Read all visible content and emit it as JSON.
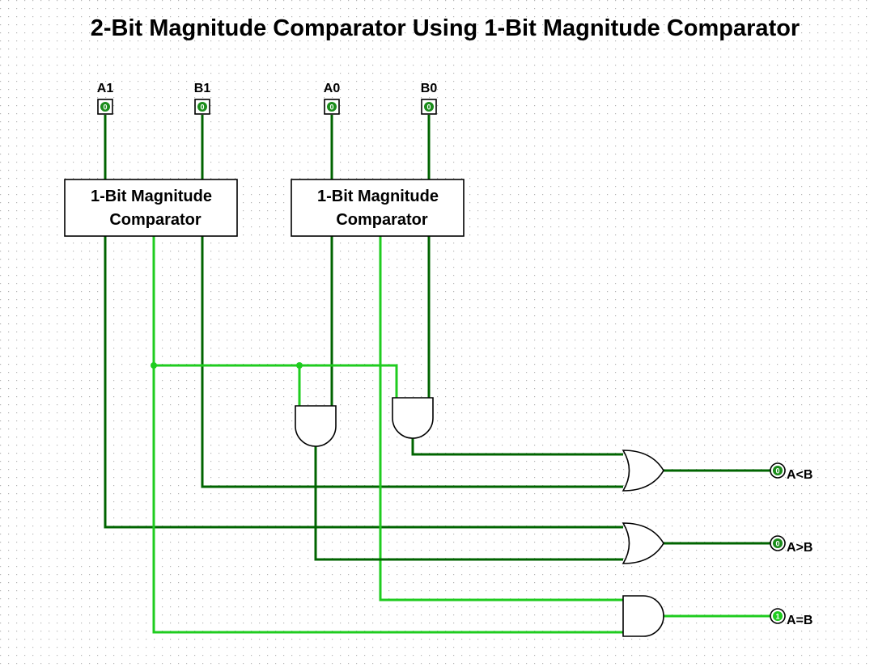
{
  "title": "2-Bit Magnitude Comparator Using 1-Bit Magnitude Comparator",
  "colors": {
    "wire_low": "#006400",
    "wire_high": "#1fcc1f",
    "pin": "#1a8c1a"
  },
  "inputs": [
    {
      "label": "A1",
      "value": "0"
    },
    {
      "label": "B1",
      "value": "0"
    },
    {
      "label": "A0",
      "value": "0"
    },
    {
      "label": "B0",
      "value": "0"
    }
  ],
  "comparators": [
    {
      "line1": "1-Bit Magnitude",
      "line2": "Comparator"
    },
    {
      "line1": "1-Bit Magnitude",
      "line2": "Comparator"
    }
  ],
  "outputs": [
    {
      "label": "A<B",
      "value": "0"
    },
    {
      "label": "A>B",
      "value": "0"
    },
    {
      "label": "A=B",
      "value": "1"
    }
  ],
  "gates": [
    {
      "type": "and",
      "name": "and-gate-1"
    },
    {
      "type": "and",
      "name": "and-gate-2"
    },
    {
      "type": "or",
      "name": "or-gate-less-than"
    },
    {
      "type": "or",
      "name": "or-gate-greater-than"
    },
    {
      "type": "and",
      "name": "and-gate-equal"
    }
  ]
}
